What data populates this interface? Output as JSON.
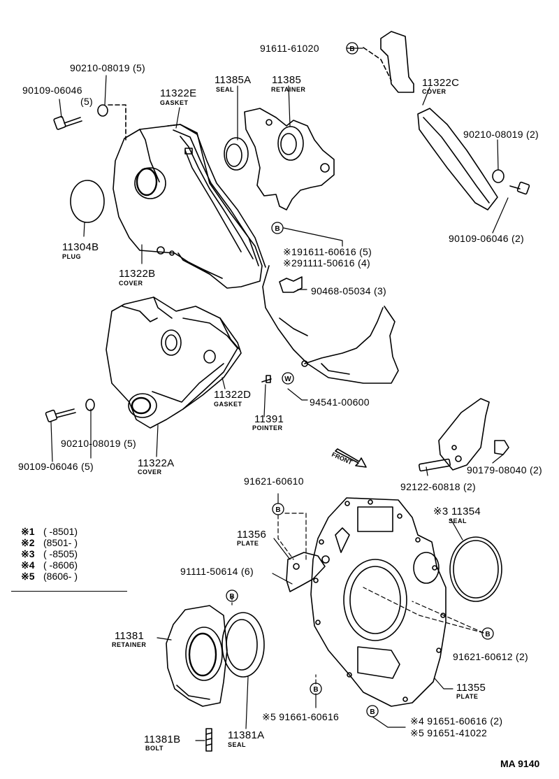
{
  "figure_code": "MA 9140",
  "front_label": "FRONT",
  "parts": [
    {
      "id": "p1",
      "number": "91611-61020",
      "sub": ""
    },
    {
      "id": "p2",
      "number": "11322C",
      "sub": "COVER"
    },
    {
      "id": "p3",
      "number": "90210-08019 (5)",
      "sub": ""
    },
    {
      "id": "p4",
      "number": "90109-06046",
      "sub": "(5)"
    },
    {
      "id": "p5",
      "number": "11385A",
      "sub": "SEAL"
    },
    {
      "id": "p6",
      "number": "11385",
      "sub": "RETAINER"
    },
    {
      "id": "p7",
      "number": "11322E",
      "sub": "GASKET"
    },
    {
      "id": "p8",
      "number": "90210-08019 (2)",
      "sub": ""
    },
    {
      "id": "p9",
      "number": "11304B",
      "sub": "PLUG"
    },
    {
      "id": "p10",
      "number": "90109-06046 (2)",
      "sub": ""
    },
    {
      "id": "p11",
      "number": "11322B",
      "sub": "COVER"
    },
    {
      "id": "p12",
      "number": "※191611-60616 (5)",
      "sub": ""
    },
    {
      "id": "p13",
      "number": "※291111-50616 (4)",
      "sub": ""
    },
    {
      "id": "p14",
      "number": "90468-05034 (3)",
      "sub": ""
    },
    {
      "id": "p15",
      "number": "11322D",
      "sub": "GASKET"
    },
    {
      "id": "p16",
      "number": "94541-00600",
      "sub": ""
    },
    {
      "id": "p17",
      "number": "11391",
      "sub": "POINTER"
    },
    {
      "id": "p18",
      "number": "90210-08019 (5)",
      "sub": ""
    },
    {
      "id": "p19",
      "number": "90109-06046 (5)",
      "sub": ""
    },
    {
      "id": "p20",
      "number": "11322A",
      "sub": "COVER"
    },
    {
      "id": "p21",
      "number": "90179-08040 (2)",
      "sub": ""
    },
    {
      "id": "p22",
      "number": "92122-60818 (2)",
      "sub": ""
    },
    {
      "id": "p23",
      "number": "91621-60610",
      "sub": ""
    },
    {
      "id": "p24",
      "number": "※3 11354",
      "sub": "SEAL"
    },
    {
      "id": "p25",
      "number": "11356",
      "sub": "PLATE"
    },
    {
      "id": "p26",
      "number": "91111-50614 (6)",
      "sub": ""
    },
    {
      "id": "p27",
      "number": "11381",
      "sub": "RETAINER"
    },
    {
      "id": "p28",
      "number": "91621-60612 (2)",
      "sub": ""
    },
    {
      "id": "p29",
      "number": "11355",
      "sub": "PLATE"
    },
    {
      "id": "p30",
      "number": "※5 91661-60616",
      "sub": ""
    },
    {
      "id": "p31",
      "number": "※4 91651-60616 (2)",
      "sub": ""
    },
    {
      "id": "p32",
      "number": "※5 91651-41022",
      "sub": ""
    },
    {
      "id": "p33",
      "number": "11381B",
      "sub": "BOLT"
    },
    {
      "id": "p34",
      "number": "11381A",
      "sub": "SEAL"
    }
  ],
  "bubble_letter": "B",
  "bubble_letter_w": "W",
  "legend": [
    {
      "mark": "※1",
      "range": "(        -8501)"
    },
    {
      "mark": "※2",
      "range": "(8501-        )"
    },
    {
      "mark": "※3",
      "range": "(        -8505)"
    },
    {
      "mark": "※4",
      "range": "(        -8606)"
    },
    {
      "mark": "※5",
      "range": "(8606-        )"
    }
  ]
}
